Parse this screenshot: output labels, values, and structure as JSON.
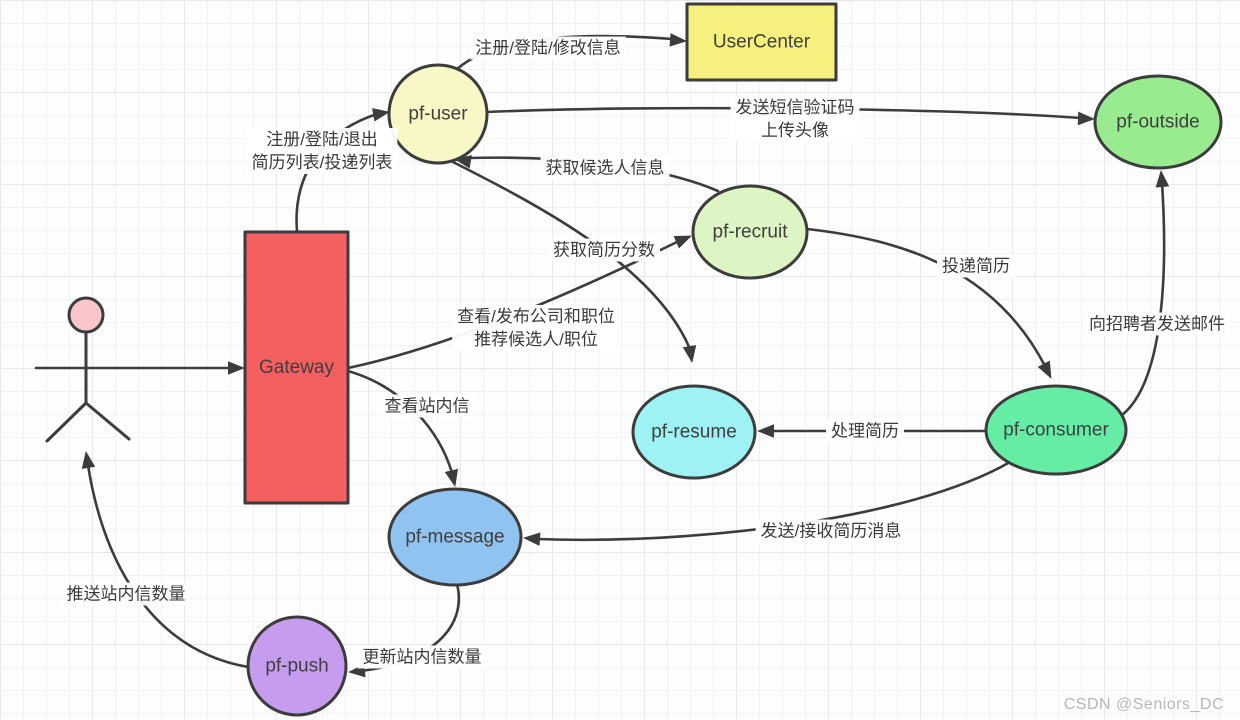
{
  "watermark": "CSDN @Seniors_DC",
  "colors": {
    "stroke": "#3c3c3c",
    "edge": "#3c3c3c",
    "node_text": "#3f3f3f",
    "edge_text": "#3a3a3a",
    "actor_head": "#f9c6cb",
    "label_bg": "#ffffff"
  },
  "actor": {
    "id": "actor",
    "color": "#f9c6cb"
  },
  "nodes": [
    {
      "id": "gateway",
      "shape": "rect",
      "label": "Gateway",
      "color": "#f4605f"
    },
    {
      "id": "pf-user",
      "shape": "ellipse",
      "label": "pf-user",
      "color": "#f8f7c6"
    },
    {
      "id": "user-center",
      "shape": "rect",
      "label": "UserCenter",
      "color": "#f6f07e"
    },
    {
      "id": "pf-outside",
      "shape": "ellipse",
      "label": "pf-outside",
      "color": "#98eb8f"
    },
    {
      "id": "pf-recruit",
      "shape": "ellipse",
      "label": "pf-recruit",
      "color": "#ddf4c5"
    },
    {
      "id": "pf-resume",
      "shape": "ellipse",
      "label": "pf-resume",
      "color": "#9ef2f4"
    },
    {
      "id": "pf-consumer",
      "shape": "ellipse",
      "label": "pf-consumer",
      "color": "#65eda6"
    },
    {
      "id": "pf-message",
      "shape": "ellipse",
      "label": "pf-message",
      "color": "#90c3ef"
    },
    {
      "id": "pf-push",
      "shape": "ellipse",
      "label": "pf-push",
      "color": "#c59cee"
    }
  ],
  "edges": [
    {
      "id": "actor-to-gateway",
      "lines": []
    },
    {
      "id": "gateway-to-pf-user",
      "lines": [
        "注册/登陆/退出",
        "简历列表/投递列表"
      ]
    },
    {
      "id": "pf-user-to-user-center",
      "lines": [
        "注册/登陆/修改信息"
      ]
    },
    {
      "id": "pf-user-to-pf-outside",
      "lines": [
        "发送短信验证码",
        "上传头像"
      ]
    },
    {
      "id": "pf-recruit-to-pf-user",
      "lines": [
        "获取候选人信息"
      ]
    },
    {
      "id": "pf-user-to-pf-resume",
      "lines": [
        "获取简历分数"
      ]
    },
    {
      "id": "gateway-to-pf-recruit",
      "lines": [
        "查看/发布公司和职位",
        "推荐候选人/职位"
      ]
    },
    {
      "id": "gateway-to-pf-message",
      "lines": [
        "查看站内信"
      ]
    },
    {
      "id": "pf-recruit-to-pf-consumer",
      "lines": [
        "投递简历"
      ]
    },
    {
      "id": "pf-consumer-to-pf-outside",
      "lines": [
        "向招聘者发送邮件"
      ]
    },
    {
      "id": "pf-consumer-to-pf-resume",
      "lines": [
        "处理简历"
      ]
    },
    {
      "id": "pf-consumer-to-pf-message",
      "lines": [
        "发送/接收简历消息"
      ]
    },
    {
      "id": "pf-message-to-pf-push",
      "lines": [
        "更新站内信数量"
      ]
    },
    {
      "id": "pf-push-to-actor",
      "lines": [
        "推送站内信数量"
      ]
    }
  ]
}
